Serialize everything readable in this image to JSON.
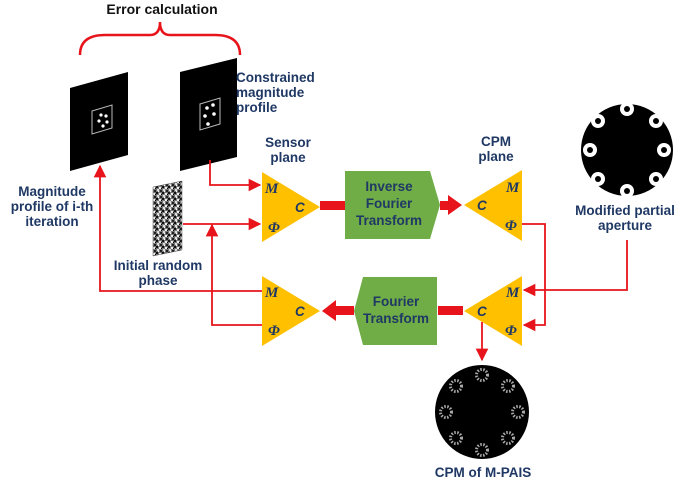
{
  "labels": {
    "error_calc": "Error calculation",
    "constrained": "Constrained\nmagnitude\nprofile",
    "magnitude_profile": "Magnitude\nprofile of i-th\niteration",
    "sensor_plane": "Sensor\nplane",
    "cpm_plane": "CPM\nplane",
    "initial_phase": "Initial random\nphase",
    "modified_aperture": "Modified partial\naperture",
    "cpm_mpais": "CPM of M-PAIS"
  },
  "blocks": {
    "inverse_ft": [
      "Inverse",
      "Fourier",
      "Transform"
    ],
    "ft": [
      "Fourier",
      "Transform"
    ]
  },
  "triangle": {
    "M": "M",
    "C": "C",
    "phi": "Φ"
  },
  "colors": {
    "arrow": "#e8141b",
    "triangle": "#ffc000",
    "block": "#70ad47",
    "label": "#1f3864",
    "brace": "#e8141b"
  }
}
